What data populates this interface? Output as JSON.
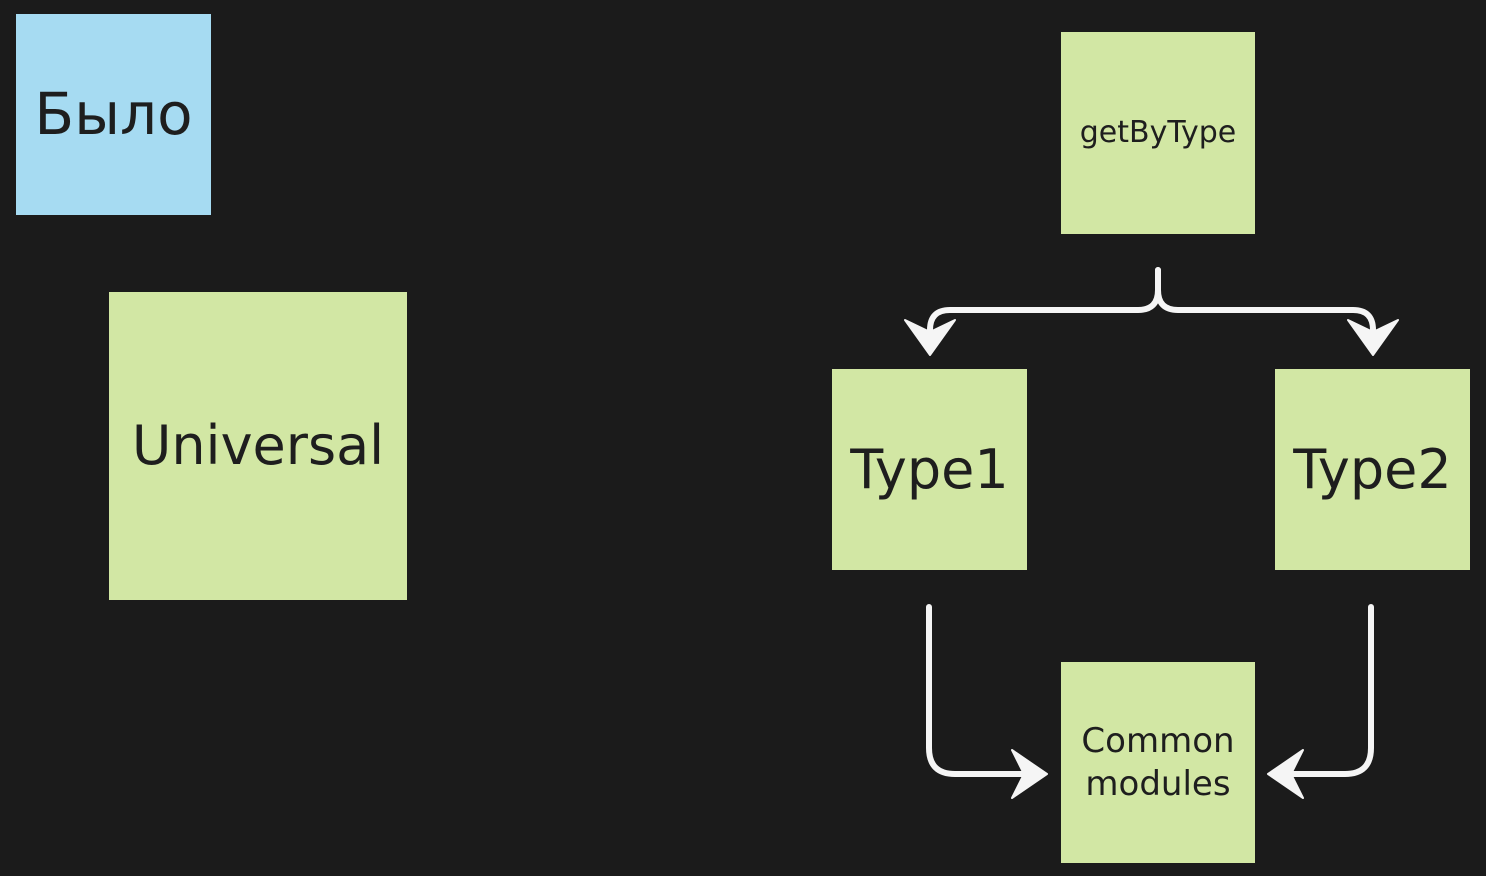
{
  "notes": {
    "bylo": "Было",
    "universal": "Universal",
    "getbytype": "getByType",
    "type1": "Type1",
    "type2": "Type2",
    "common_line1": "Common",
    "common_line2": "modules"
  },
  "colors": {
    "background": "#1b1b1b",
    "note_green": "#d2e7a4",
    "note_blue": "#a6dbf2",
    "connector": "#f5f5f5"
  }
}
